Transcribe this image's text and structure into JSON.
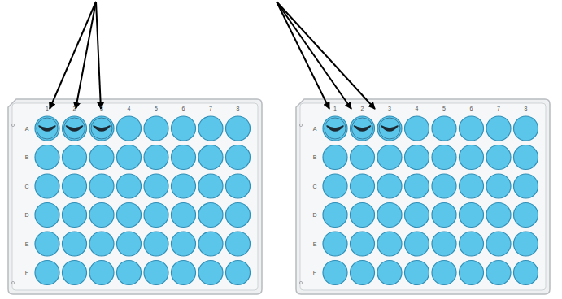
{
  "diagram": {
    "labels": [
      "1",
      "2",
      "3",
      "4",
      "5",
      "6",
      "7",
      "8",
      "A",
      "B",
      "C",
      "D",
      "E",
      "F",
      "1",
      "2",
      "3",
      "4",
      "5",
      "6",
      "7",
      "8",
      "A",
      "B",
      "C",
      "D",
      "E",
      "F"
    ]
  }
}
